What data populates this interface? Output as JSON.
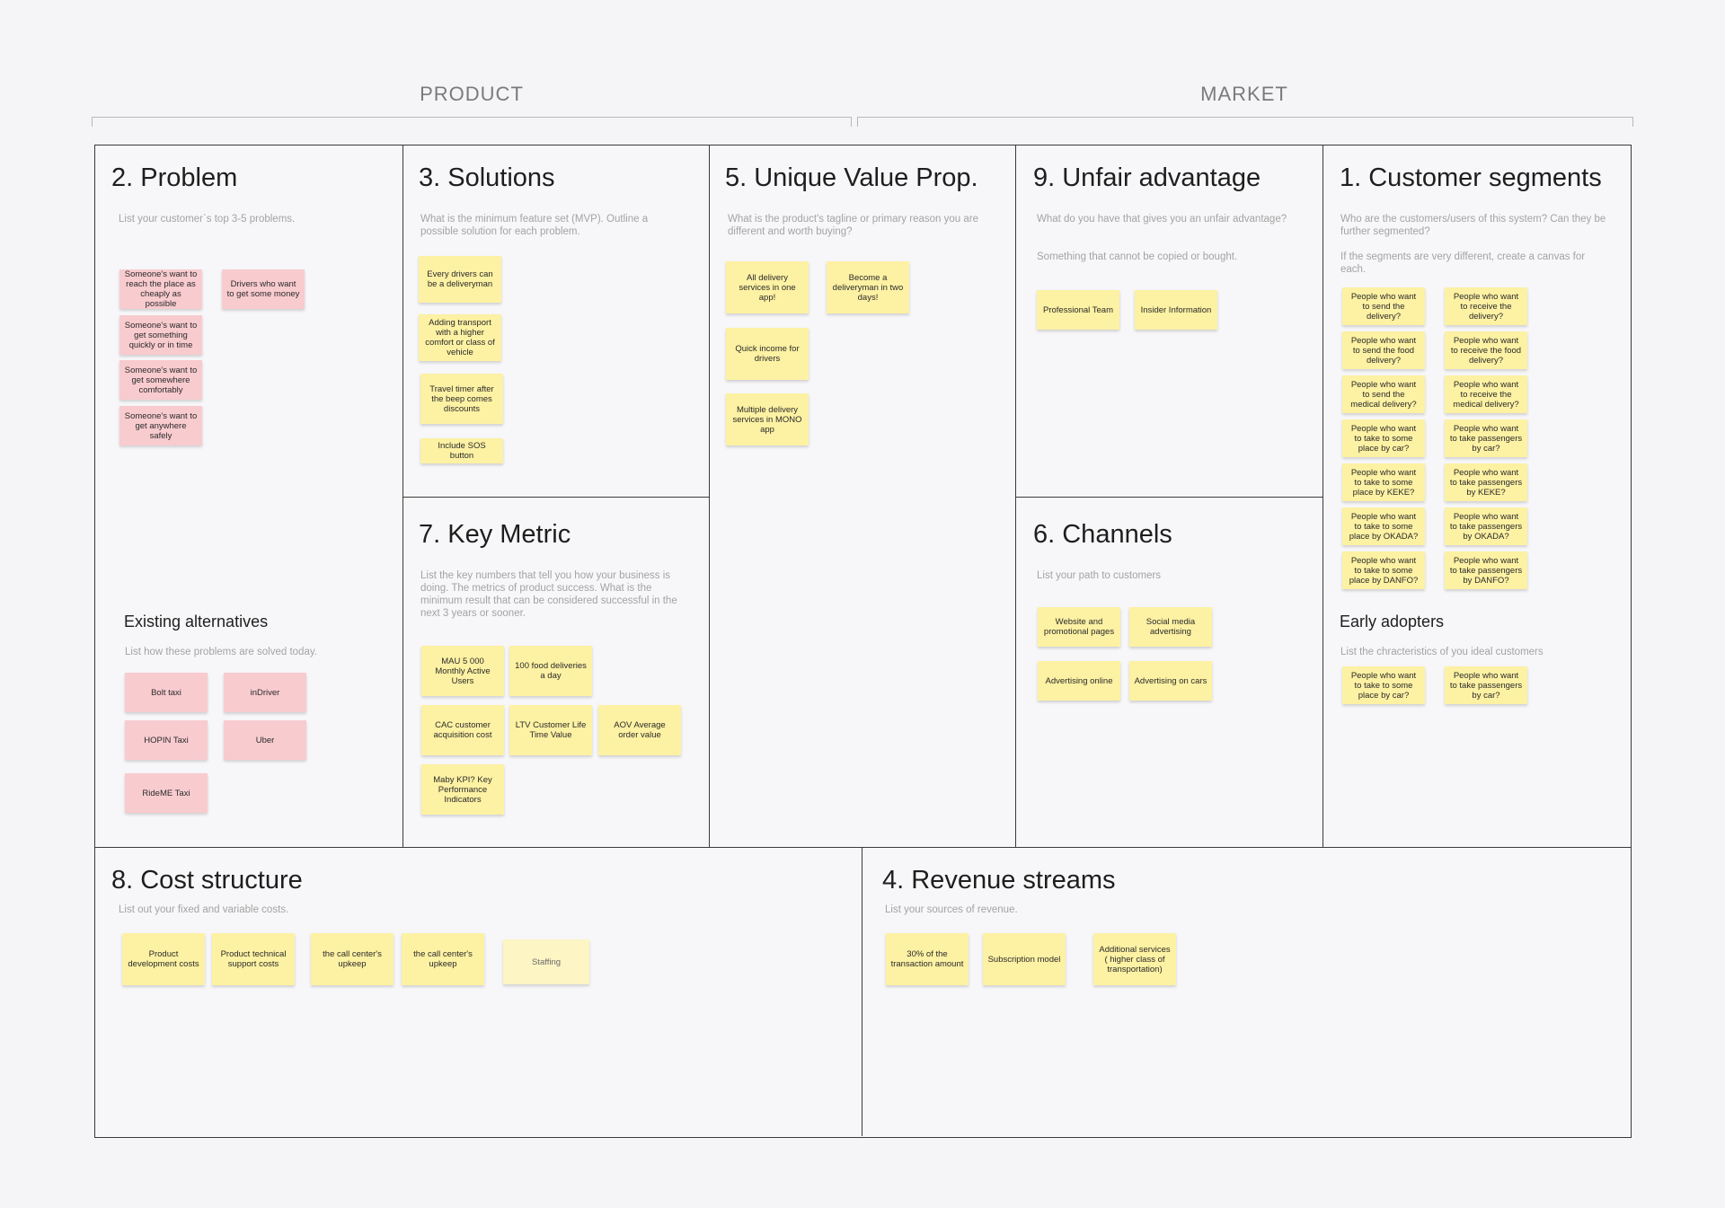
{
  "headers": {
    "product": "PRODUCT",
    "market": "MARKET"
  },
  "problem": {
    "title": "2. Problem",
    "desc": "List your customer`s top 3-5 problems.",
    "notes": [
      "Someone's want to reach the place as cheaply as possible",
      "Drivers who want to get some money",
      "Someone's want to get something quickly or in time",
      "Someone's want to get somewhere comfortably",
      "Someone's want to get anywhere safely"
    ]
  },
  "alternatives": {
    "title": "Existing alternatives",
    "desc": "List how these problems are solved today.",
    "notes": [
      "Bolt taxi",
      "inDriver",
      "HOPIN Taxi",
      "Uber",
      "RideME Taxi"
    ]
  },
  "solutions": {
    "title": "3. Solutions",
    "desc": "What is the minimum feature set (MVP). Outline a possible solution for each problem.",
    "notes": [
      "Every drivers can be a deliveryman",
      "Adding transport with a higher comfort or class of vehicle",
      "Travel timer after the beep comes discounts",
      "Include SOS button"
    ]
  },
  "metric": {
    "title": "7. Key Metric",
    "desc": "List the key numbers that tell you how your business is doing. The metrics of product success. What is the minimum result that can be considered successful in the next 3 years or sooner.",
    "notes": [
      "MAU 5 000 Monthly Active Users",
      "100 food deliveries a day",
      "CAC customer acquisition cost",
      "LTV Customer Life Time Value",
      "AOV Average order value",
      "Maby KPI? Key Performance Indicators"
    ]
  },
  "uvp": {
    "title": "5. Unique Value Prop.",
    "desc": "What is the product's tagline or primary reason you are different and worth buying?",
    "notes": [
      "All delivery services in one app!",
      "Become a deliveryman in two days!",
      "Quick income for drivers",
      "Multiple delivery services in MONO app"
    ]
  },
  "unfair": {
    "title": "9. Unfair advantage",
    "desc": "What do you have that gives you an unfair advantage?",
    "desc2": "Something that cannot be copied or bought.",
    "notes": [
      "Professional Team",
      "Insider Information"
    ]
  },
  "channels": {
    "title": "6. Channels",
    "desc": "List your path to customers",
    "notes": [
      "Website and promotional pages",
      "Social media advertising",
      "Advertising online",
      "Advertising on cars"
    ]
  },
  "segments": {
    "title": "1. Customer segments",
    "desc": "Who are the customers/users of this system? Can they be further segmented?",
    "desc2": "If the segments are very different, create a canvas for each.",
    "notes": [
      "People who want to send the delivery?",
      "People who want to receive the delivery?",
      "People who want to send the food delivery?",
      "People who want to receive the food delivery?",
      "People who want to send the medical delivery?",
      "People who want to receive the medical delivery?",
      "People who want to take to some place by car?",
      "People who want to take passengers by car?",
      "People who want to take to some place by KEKE?",
      "People who want to take passengers by KEKE?",
      "People who want to take to some place by OKADA?",
      "People who want to take passengers by OKADA?",
      "People who want to take to some place by DANFO?",
      "People who want to take passengers by DANFO?"
    ]
  },
  "adopters": {
    "title": "Early adopters",
    "desc": "List the chracteristics of you ideal customers",
    "notes": [
      "People who want to take to some place by car?",
      "People who want to take passengers by car?"
    ]
  },
  "cost": {
    "title": "8. Cost structure",
    "desc": "List out your fixed and variable costs.",
    "notes": [
      "Product development costs",
      "Product technical support costs",
      "the call center's upkeep",
      "the call center's upkeep",
      "Staffing"
    ]
  },
  "revenue": {
    "title": "4. Revenue streams",
    "desc": "List your sources of revenue.",
    "notes": [
      "30% of the transaction amount",
      "Subscription model",
      "Additional services ( higher class of transportation)"
    ]
  },
  "colors": {
    "yellow_note": "#fdf1a3",
    "pink_note": "#f8cbcf",
    "border": "#3a3a3a"
  }
}
